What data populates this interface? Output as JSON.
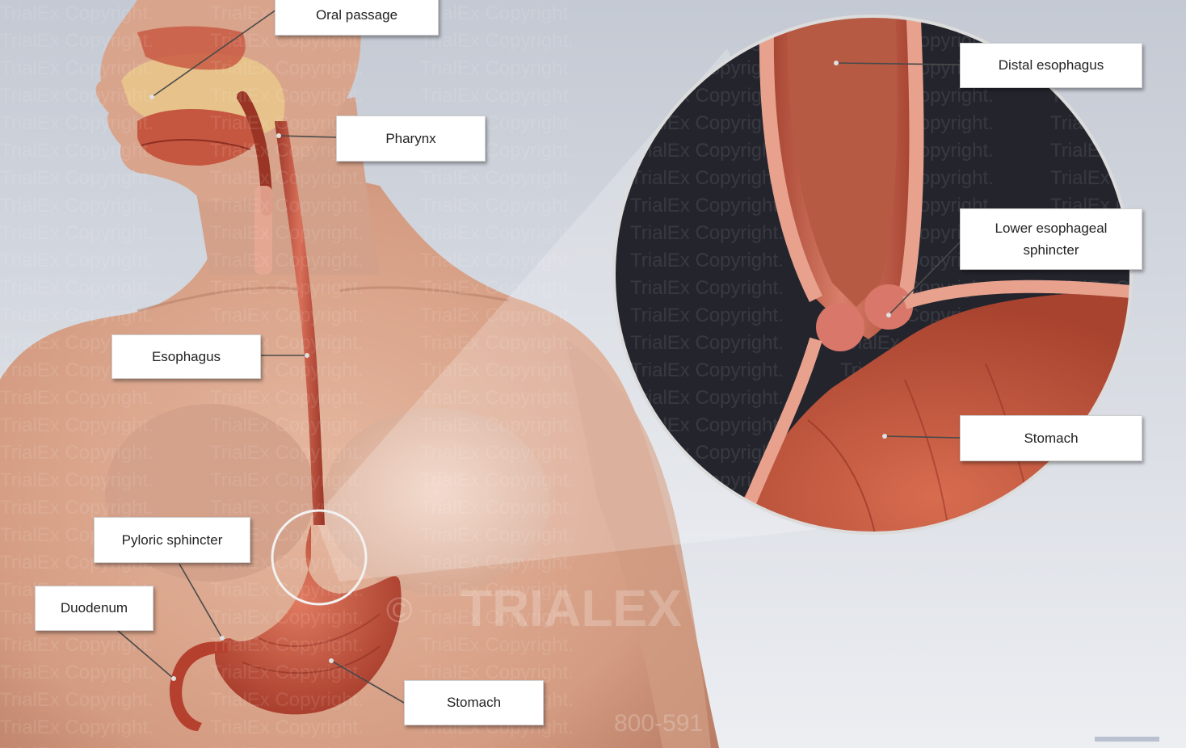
{
  "labels": {
    "oral_passage": "Oral passage",
    "pharynx": "Pharynx",
    "esophagus": "Esophagus",
    "pyloric_sphincter": "Pyloric sphincter",
    "duodenum": "Duodenum",
    "stomach_main": "Stomach",
    "distal_esophagus": "Distal esophagus",
    "lower_esophageal_sphincter_line1": "Lower esophageal",
    "lower_esophageal_sphincter_line2": "sphincter",
    "stomach_inset": "Stomach"
  },
  "watermark": {
    "repeat_text": "TrialEx Copyright.",
    "logo_text": "TRIALEX",
    "logo_symbol": "©",
    "phone_text": "800-591"
  },
  "colors": {
    "background_top": "#c7ccd6",
    "background_bottom": "#eef0f3",
    "skin": "#d9a58c",
    "tissue": "#c8553f",
    "tissue_dark": "#8e2e22",
    "inset_background": "#23232c",
    "label_border": "#cfcfcf"
  }
}
